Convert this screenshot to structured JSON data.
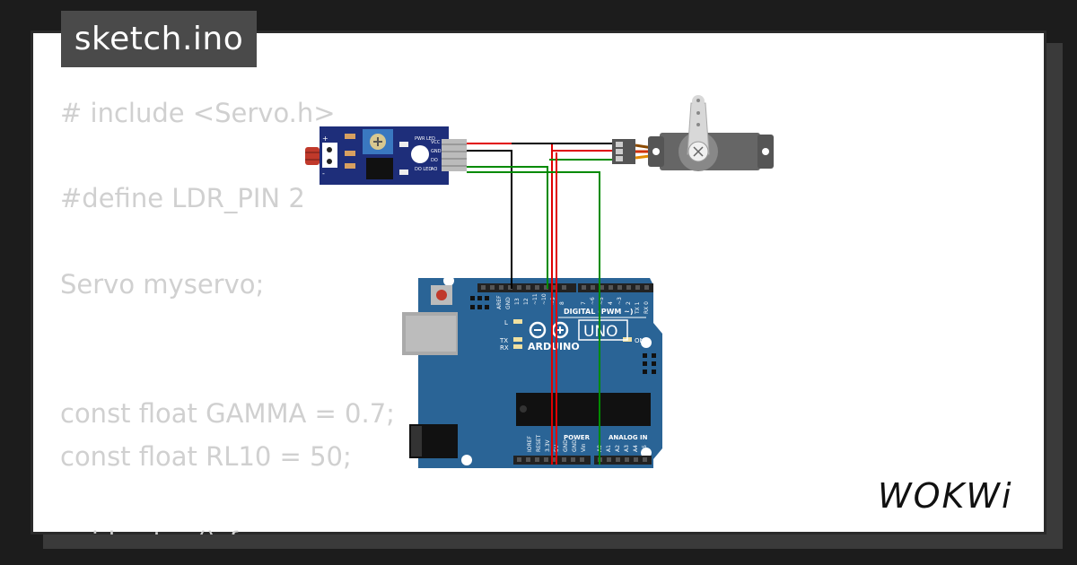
{
  "title": "sketch.ino",
  "code_lines": [
    "# include <Servo.h>",
    "#define LDR_PIN 2",
    "Servo myservo;",
    "const float GAMMA = 0.7;",
    "const float RL10 = 50;",
    "void setup() {"
  ],
  "ldr_module": {
    "pins": [
      "VCC",
      "GND",
      "DO",
      "AO"
    ],
    "leds": [
      "PWR LED",
      "DO LED"
    ]
  },
  "arduino": {
    "brand": "ARDUINO",
    "model": "UNO",
    "digital_label": "DIGITAL (PWM ~)",
    "power_label": "POWER",
    "analog_label": "ANALOG IN",
    "on_label": "ON",
    "l_label": "L",
    "tx_label": "TX",
    "rx_label": "RX",
    "top_pins": [
      "AREF",
      "GND",
      "13",
      "12",
      "~11",
      "~10",
      "~9",
      "8",
      "7",
      "~6",
      "~5",
      "4",
      "~3",
      "2",
      "TX 1",
      "RX 0"
    ],
    "power_pins": [
      "IOREF",
      "RESET",
      "3.3V",
      "5V",
      "GND",
      "GND",
      "Vin"
    ],
    "analog_pins": [
      "A0",
      "A1",
      "A2",
      "A3",
      "A4",
      "A5"
    ]
  },
  "logo_text": "WOKWi",
  "colors": {
    "board": "#2a6496",
    "wire_red": "#e00000",
    "wire_black": "#000000",
    "wire_green": "#008a00",
    "servo_body": "#666666"
  }
}
